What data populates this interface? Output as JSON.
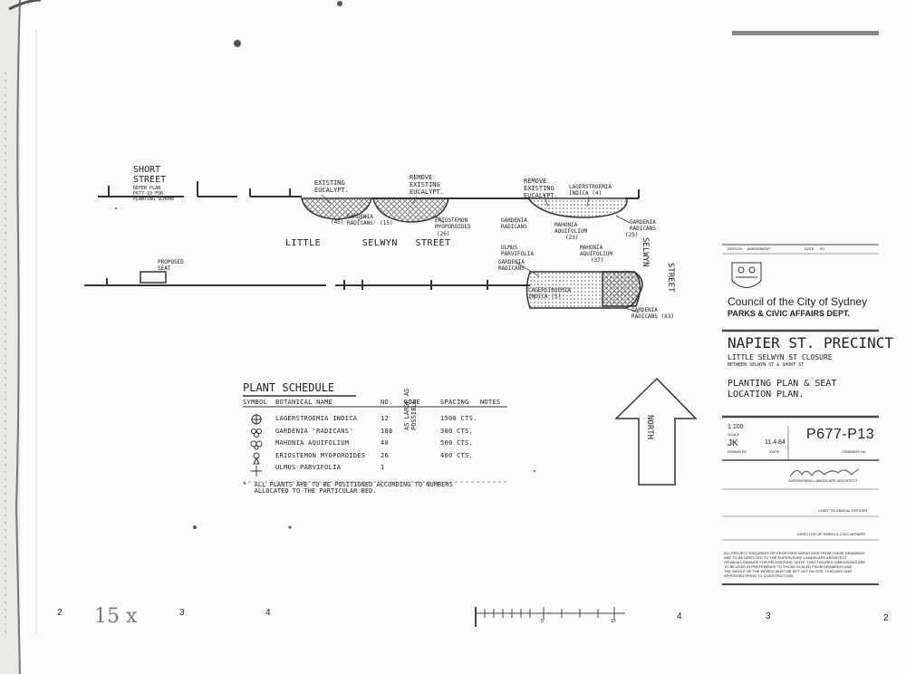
{
  "site_labels": {
    "short_street": "SHORT\nSTREET",
    "short_street_note": "REFER PLAN\nP677-19 FOR\nPLANTING SCHEME",
    "existing_eucalypt_1": "EXISTING\nEUCALYPT.",
    "remove_existing_eucalypt_1": "REMOVE\nEXISTING\nEUCALYPT.",
    "remove_existing_eucalypt_2": "REMOVE\nEXISTING\nEUCALYPT.",
    "lagerstroemia_label": "LAGERSTROEMIA\nINDICA (4)",
    "gardenia_radicans_15": "GARDENIA\nRADICANS' (15)",
    "gardenia_count_45": "(45)",
    "eriostemon_label": "ERIOSTEMON\nMYOPOROIDES",
    "eriostemon_count": "(26)",
    "gardenia_radicans_2": "GARDENIA\nRADICANS",
    "mahonia_aquifolium_label": "MAHONIA\nAQUIFOLIUM",
    "mahonia_count_23": "(23)",
    "gardenia_radicans_3": "GARDENIA\nRADICANS",
    "count_25": "(25)",
    "little_selwyn_street": "LITTLE       SELWYN   STREET",
    "selwyn_vertical": "SELWYN",
    "street_vertical": "STREET",
    "ulmus_parvifolia_label": "ULMUS\nPARVIFOLIA",
    "mahonia_aquifolium_label_2": "MAHONIA\nAQUIFOLIUM",
    "mahonia_count_37": "(37)",
    "gardenia_radicans_4": "GARDENIA\nRADICANS",
    "lagerstroemia_label_2": "LAGERSTROEMIA\nINDICA (5)",
    "gardenia_radicans_83": "GARDENIA\nRADICANS (83)",
    "proposed_seat": "PROPOSED\nSEAT",
    "north": "NORTH"
  },
  "plant_schedule": {
    "title": "PLANT SCHEDULE",
    "headers": [
      "SYMBOL",
      "BOTANICAL NAME",
      "NO.",
      "SIZE",
      "SPACING",
      "NOTES"
    ],
    "size_note": "AS LARGE AS\nPOSSIBLE",
    "rows": [
      {
        "symbol": "lagerstroemia-symbol",
        "name": "LAGERSTROEMIA INDICA",
        "no": "12",
        "spacing": "1500 CTS."
      },
      {
        "symbol": "gardenia-symbol",
        "name": "GARDENIA 'RADICANS'",
        "no": "188",
        "spacing": "300 CTS."
      },
      {
        "symbol": "mahonia-symbol",
        "name": "MAHONIA AQUIFOLIUM",
        "no": "40",
        "spacing": "500 CTS."
      },
      {
        "symbol": "eriostemon-symbol",
        "name": "ERIOSTEMON MYOPOROIDES",
        "no": "26",
        "spacing": "400 CTS."
      },
      {
        "symbol": "ulmus-symbol",
        "name": "ULMUS PARVIFOLIA",
        "no": "1",
        "spacing": ""
      }
    ],
    "footnote": "*  ALL PLANTS ARE TO BE POSITIONED ACCORDING TO NUMBERS\n   ALLOCATED TO THE PARTICULAR BED."
  },
  "title_block": {
    "edition_header": "EDITION     AMENDMENT                                  DATE      BY",
    "council": "Council of the City of Sydney",
    "dept": "PARKS & CIVIC AFFAIRS DEPT.",
    "project": "NAPIER ST. PRECINCT",
    "subtitle": "LITTLE SELWYN ST CLOSURE",
    "between": "BETWEEN SELWYN ST & SHORT ST",
    "plan_title": "PLANTING PLAN & SEAT\nLOCATION PLAN.",
    "scale_value": "1:100",
    "scale_label": "SCALE",
    "drawn_value": "JK",
    "drawn_label": "DRAWN BY",
    "date_value": "11.4.84",
    "date_label": "DATE",
    "drawing_no": "P677-P13",
    "drawing_no_label": "DRAWING No.",
    "supervising": "SUPERVISING LANDSCAPE ARCHITECT",
    "chief_officer": "CHIEF TECHNICAL OFFICER",
    "director": "DIRECTOR OF PARKS & CIVIC AFFAIRS",
    "disclaimer": "ALL PROJECT ENQUIRIES OR PROPOSED VARIATIONS FROM THESE DRAWINGS\nARE TO BE DIRECTED TO THE SUPERVISING LANDSCAPE ARCHITECT\nOR AN ALLOWANCE FOR PROCEEDING. NOTE: THAT FIGURED DIMENSIONS ARE\nTO BE USED IN PREFERENCE TO THOSE SCALED FROM DRAWINGS AND\nTHE WHOLE OF THE WORKS MUST BE SET OUT ON SITE, CHECKED AND\nAPPROVED PRIOR TO CONSTRUCTION."
  },
  "margin_marks": {
    "scan_label": "15 x",
    "m1": "2",
    "m2": "3",
    "m3": "4",
    "m4": "4",
    "m5": "3",
    "m6": "2",
    "ruler_5": "5",
    "ruler_10": "10"
  }
}
